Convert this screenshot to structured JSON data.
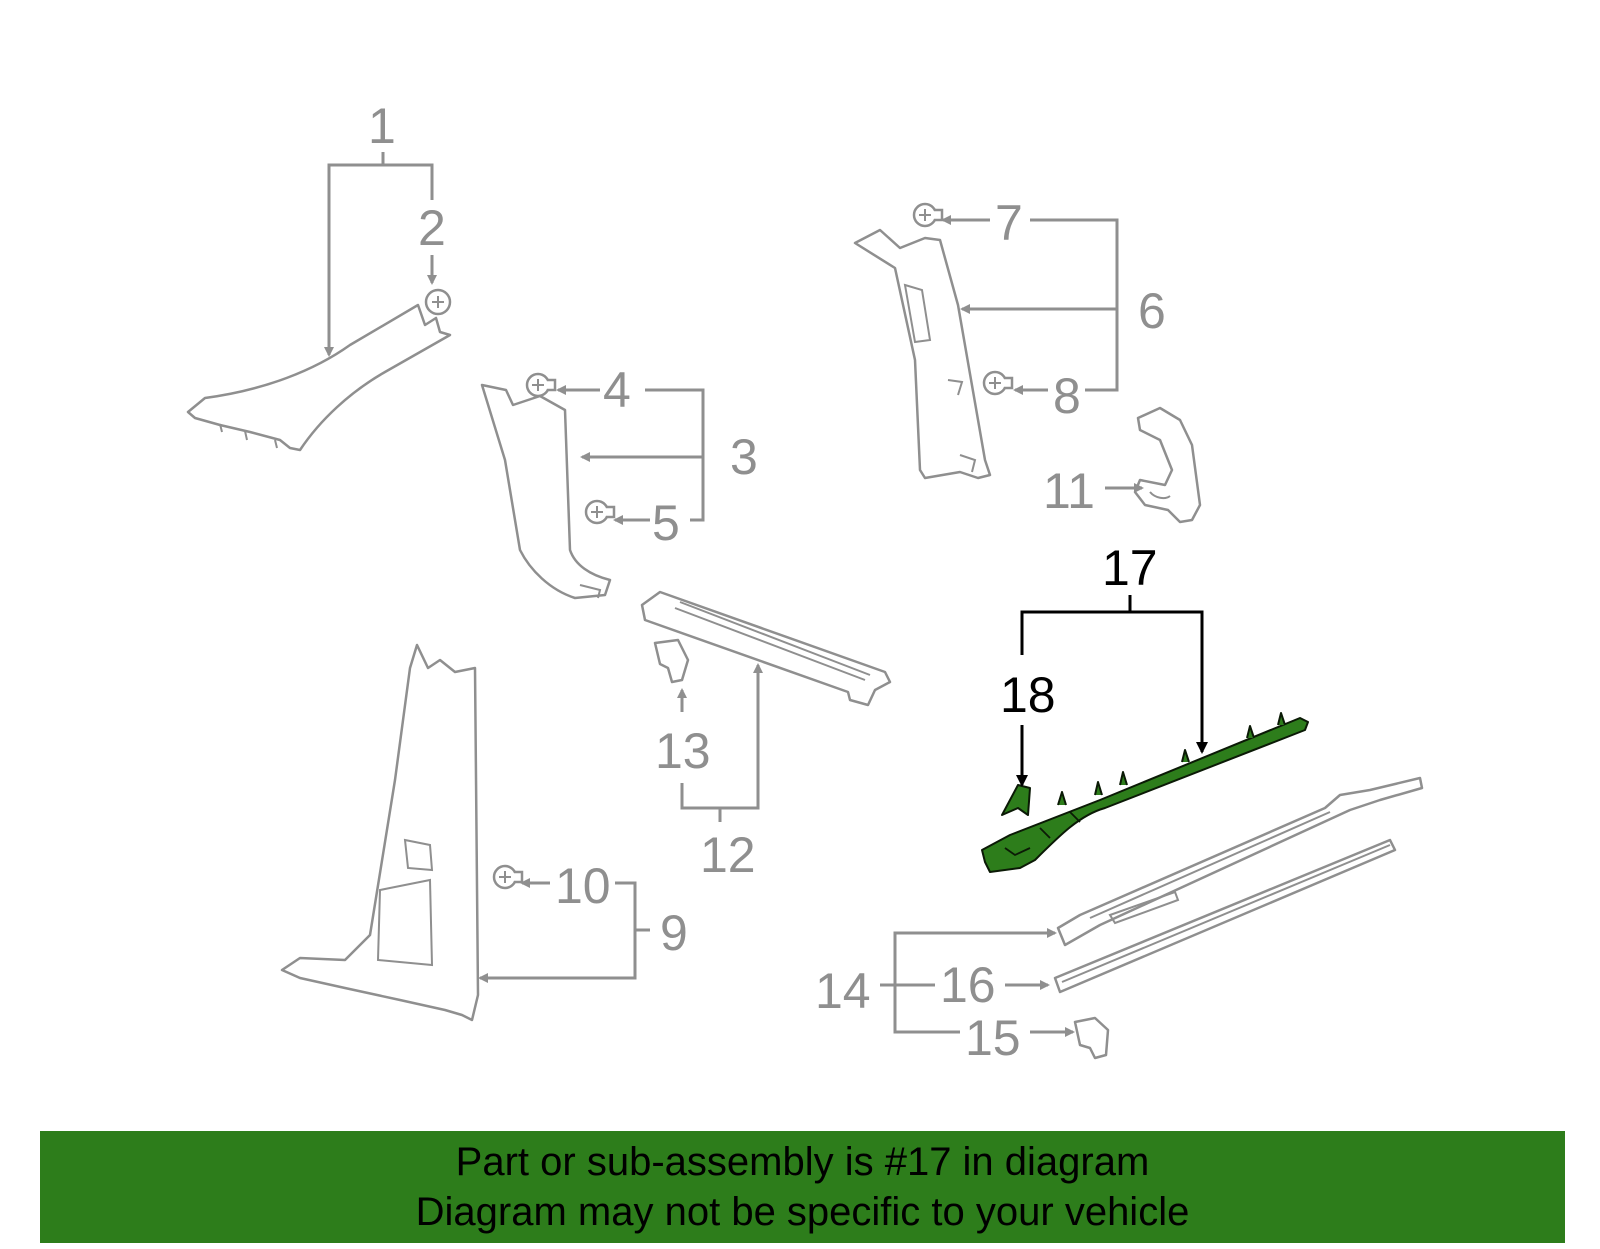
{
  "callouts": {
    "c1": "1",
    "c2": "2",
    "c3": "3",
    "c4": "4",
    "c5": "5",
    "c6": "6",
    "c7": "7",
    "c8": "8",
    "c9": "9",
    "c10": "10",
    "c11": "11",
    "c12": "12",
    "c13": "13",
    "c14": "14",
    "c15": "15",
    "c16": "16",
    "c17": "17",
    "c18": "18"
  },
  "highlighted_part": "17",
  "colors": {
    "highlight": "#2d7d1b",
    "line_art": "#8f8f8f",
    "highlight_label": "#000000"
  },
  "footer": {
    "line1": "Part or sub-assembly is #17 in diagram",
    "line2": "Diagram may not be specific to your vehicle"
  }
}
